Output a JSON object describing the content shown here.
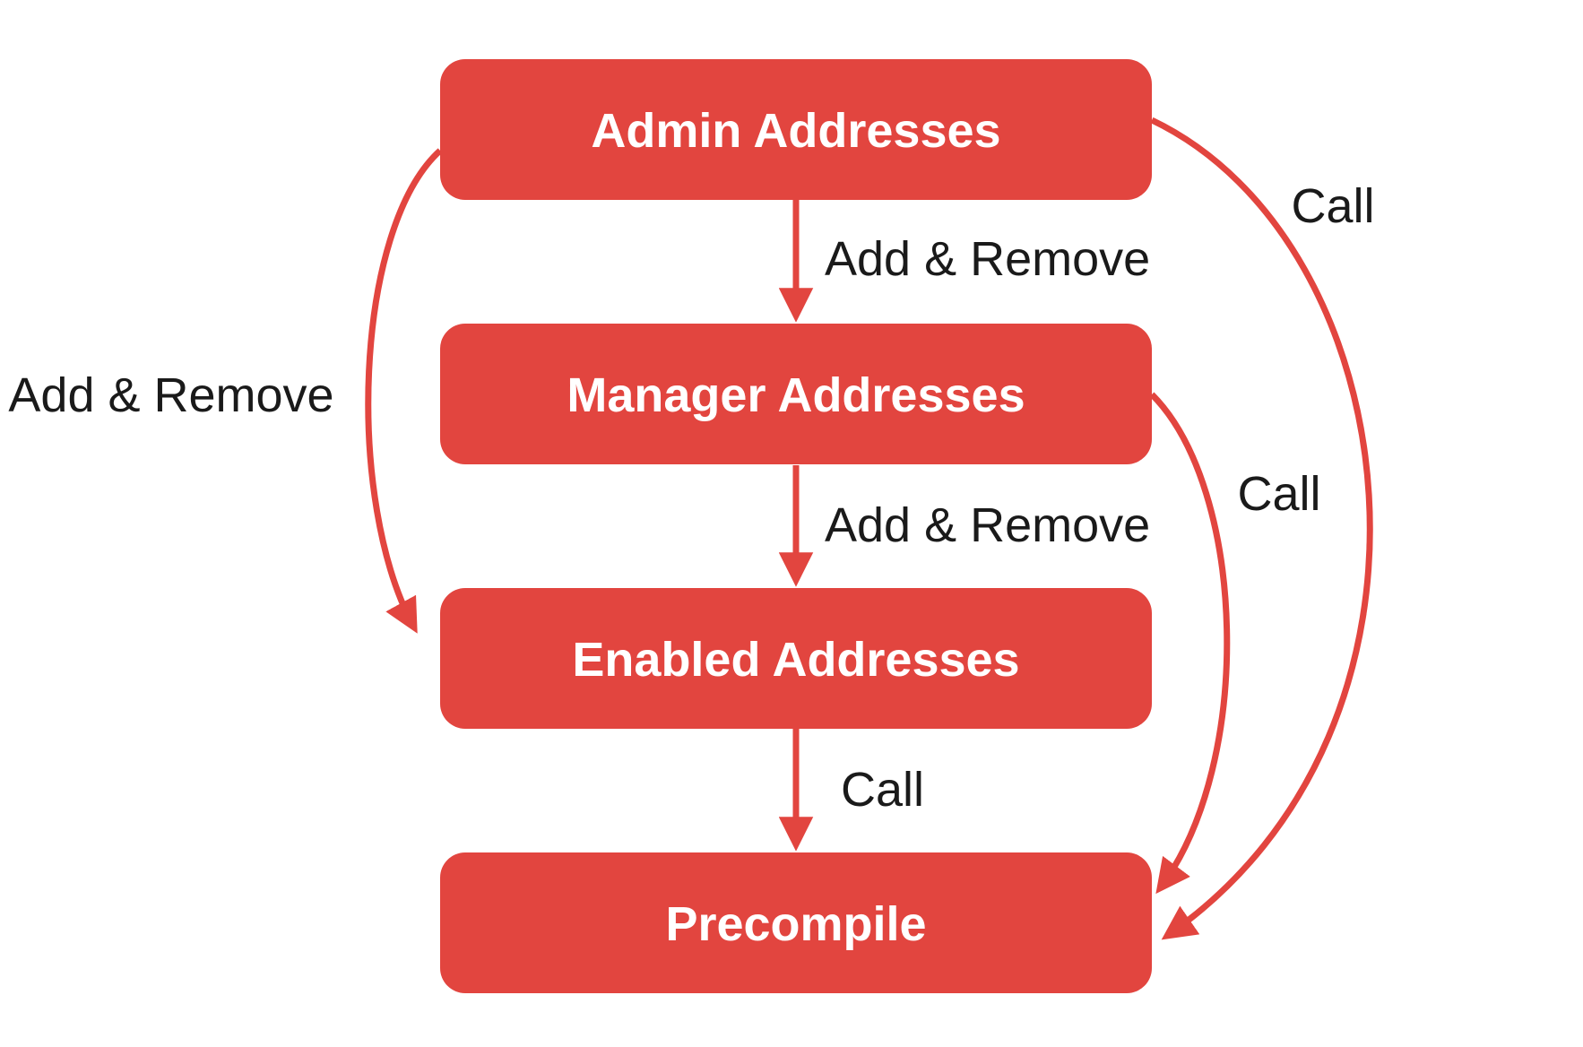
{
  "diagram": {
    "type": "flowchart",
    "background": "#ffffff",
    "nodes": [
      {
        "id": "admin",
        "label": "Admin Addresses"
      },
      {
        "id": "manager",
        "label": "Manager Addresses"
      },
      {
        "id": "enabled",
        "label": "Enabled Addresses"
      },
      {
        "id": "precompile",
        "label": "Precompile"
      }
    ],
    "edges": [
      {
        "from": "admin",
        "to": "manager",
        "label": "Add & Remove"
      },
      {
        "from": "manager",
        "to": "enabled",
        "label": "Add & Remove"
      },
      {
        "from": "enabled",
        "to": "precompile",
        "label": "Call"
      },
      {
        "from": "admin",
        "to": "enabled",
        "label": "Add & Remove"
      },
      {
        "from": "admin",
        "to": "precompile",
        "label": "Call"
      },
      {
        "from": "manager",
        "to": "precompile",
        "label": "Call"
      }
    ],
    "colors": {
      "node_fill": "#e2453f",
      "node_text": "#ffffff",
      "edge": "#e2453f",
      "label_text": "#1a1a1a",
      "background": "#ffffff"
    }
  }
}
